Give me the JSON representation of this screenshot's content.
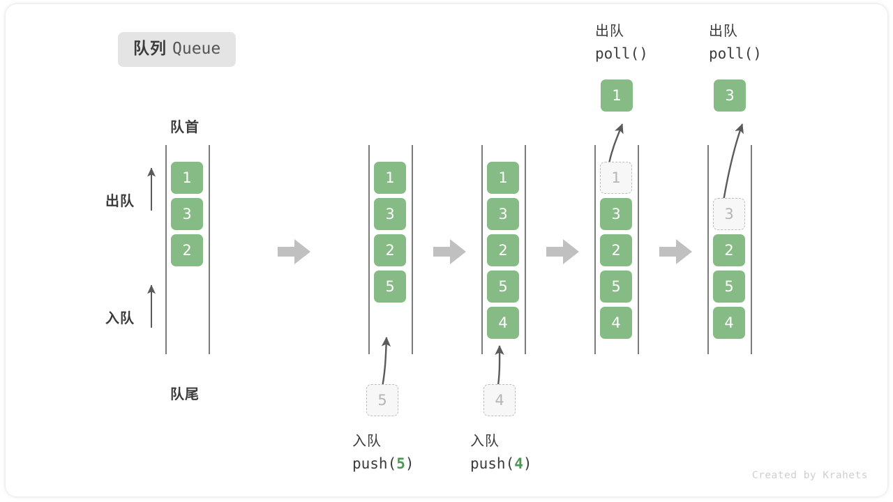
{
  "title": {
    "cn": "队列",
    "en": "Queue"
  },
  "labels": {
    "head": "队首",
    "tail": "队尾",
    "dequeue_arrow": "出队",
    "enqueue_arrow": "入队"
  },
  "watermark": "Created by Krahets",
  "colors": {
    "element_fill": "#86bb85",
    "element_text": "#ffffff",
    "ghost_fill": "#f7f7f7",
    "ghost_border": "#bdbdbd",
    "ghost_text": "#b5b5b5",
    "rail": "#5a5a5a",
    "arrow_gray": "#5a5a5a",
    "transition_arrow": "#c0c0c0",
    "badge_bg": "#e4e4e4",
    "text_dark": "#3b3b3b",
    "code_accent": "#4f9655"
  },
  "operations": {
    "push5": {
      "cn": "入队",
      "code_prefix": "push(",
      "arg": "5",
      "code_suffix": ")"
    },
    "push4": {
      "cn": "入队",
      "code_prefix": "push(",
      "arg": "4",
      "code_suffix": ")"
    },
    "poll1": {
      "cn": "出队",
      "code": "poll()"
    },
    "poll2": {
      "cn": "出队",
      "code": "poll()"
    }
  },
  "ghost_inputs": {
    "push5_box": "5",
    "push4_box": "4"
  },
  "poll_results": {
    "first": "1",
    "second": "3"
  },
  "columns": [
    {
      "name": "initial",
      "cells": [
        {
          "value": "1",
          "state": "filled"
        },
        {
          "value": "3",
          "state": "filled"
        },
        {
          "value": "2",
          "state": "filled"
        }
      ]
    },
    {
      "name": "after-push-5",
      "cells": [
        {
          "value": "1",
          "state": "filled"
        },
        {
          "value": "3",
          "state": "filled"
        },
        {
          "value": "2",
          "state": "filled"
        },
        {
          "value": "5",
          "state": "filled"
        }
      ]
    },
    {
      "name": "after-push-4",
      "cells": [
        {
          "value": "1",
          "state": "filled"
        },
        {
          "value": "3",
          "state": "filled"
        },
        {
          "value": "2",
          "state": "filled"
        },
        {
          "value": "5",
          "state": "filled"
        },
        {
          "value": "4",
          "state": "filled"
        }
      ]
    },
    {
      "name": "after-poll-1",
      "cells": [
        {
          "value": "1",
          "state": "ghost"
        },
        {
          "value": "3",
          "state": "filled"
        },
        {
          "value": "2",
          "state": "filled"
        },
        {
          "value": "5",
          "state": "filled"
        },
        {
          "value": "4",
          "state": "filled"
        }
      ]
    },
    {
      "name": "after-poll-3",
      "cells": [
        {
          "value": "",
          "state": "empty"
        },
        {
          "value": "3",
          "state": "ghost"
        },
        {
          "value": "2",
          "state": "filled"
        },
        {
          "value": "5",
          "state": "filled"
        },
        {
          "value": "4",
          "state": "filled"
        }
      ]
    }
  ]
}
